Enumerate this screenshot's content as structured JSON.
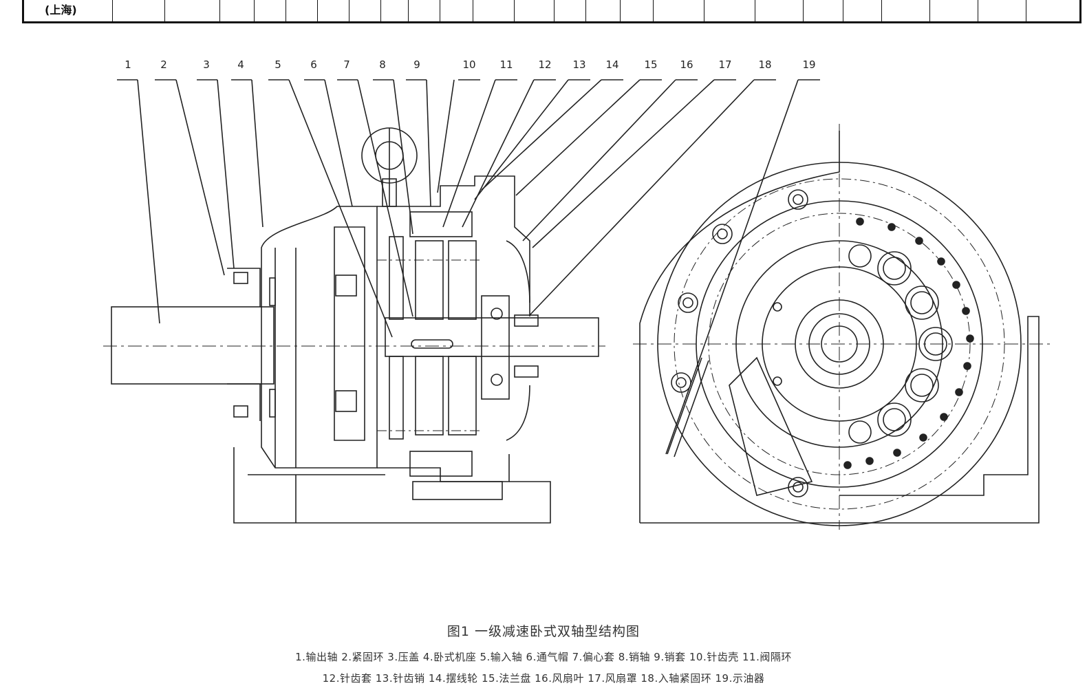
{
  "top_table": {
    "row_label": "(上海)"
  },
  "callouts": [
    "1",
    "2",
    "3",
    "4",
    "5",
    "6",
    "7",
    "8",
    "9",
    "10",
    "11",
    "12",
    "13",
    "14",
    "15",
    "16",
    "17",
    "18",
    "19"
  ],
  "figure": {
    "title": "图1  一级减速卧式双轴型结构图",
    "legend_line1": "1.输出轴 2.紧固环 3.压盖 4.卧式机座 5.输入轴 6.通气帽 7.偏心套 8.销轴 9.销套 10.针齿壳 11.阀隔环",
    "legend_line2": "12.针齿套 13.针齿销 14.摆线轮 15.法兰盘 16.风扇叶 17.风扇罩 18.入轴紧固环 19.示油器"
  }
}
